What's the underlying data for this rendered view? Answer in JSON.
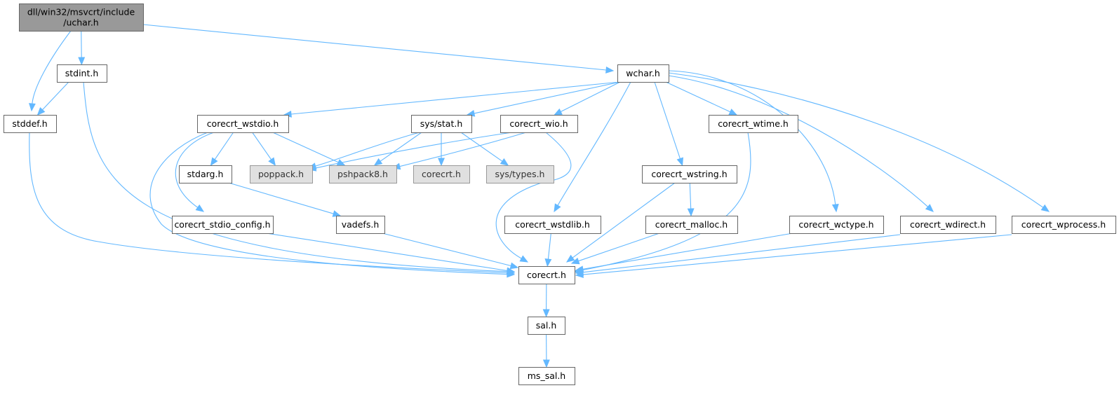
{
  "diagram": {
    "title": "dll/win32/msvcrt/include/uchar.h include dependency graph",
    "edge_color": "#63b8ff",
    "root_fill": "#999999",
    "missing_fill": "#e0e0e0",
    "nodes": [
      {
        "id": "uchar",
        "lines": [
          "dll/win32/msvcrt/include",
          "/uchar.h"
        ],
        "kind": "root"
      },
      {
        "id": "stdint",
        "lines": [
          "stdint.h"
        ],
        "kind": "normal"
      },
      {
        "id": "stddef",
        "lines": [
          "stddef.h"
        ],
        "kind": "normal"
      },
      {
        "id": "wchar",
        "lines": [
          "wchar.h"
        ],
        "kind": "normal"
      },
      {
        "id": "corecrt_wstdio",
        "lines": [
          "corecrt_wstdio.h"
        ],
        "kind": "normal"
      },
      {
        "id": "sys_stat",
        "lines": [
          "sys/stat.h"
        ],
        "kind": "normal"
      },
      {
        "id": "corecrt_wio",
        "lines": [
          "corecrt_wio.h"
        ],
        "kind": "normal"
      },
      {
        "id": "corecrt_wtime",
        "lines": [
          "corecrt_wtime.h"
        ],
        "kind": "normal"
      },
      {
        "id": "stdarg",
        "lines": [
          "stdarg.h"
        ],
        "kind": "normal"
      },
      {
        "id": "poppack",
        "lines": [
          "poppack.h"
        ],
        "kind": "missing"
      },
      {
        "id": "pshpack8",
        "lines": [
          "pshpack8.h"
        ],
        "kind": "missing"
      },
      {
        "id": "corecrt_gray",
        "lines": [
          "corecrt.h"
        ],
        "kind": "missing"
      },
      {
        "id": "sys_types",
        "lines": [
          "sys/types.h"
        ],
        "kind": "missing"
      },
      {
        "id": "corecrt_wstring",
        "lines": [
          "corecrt_wstring.h"
        ],
        "kind": "normal"
      },
      {
        "id": "corecrt_stdio_config",
        "lines": [
          "corecrt_stdio_config.h"
        ],
        "kind": "normal"
      },
      {
        "id": "vadefs",
        "lines": [
          "vadefs.h"
        ],
        "kind": "normal"
      },
      {
        "id": "corecrt_wstdlib",
        "lines": [
          "corecrt_wstdlib.h"
        ],
        "kind": "normal"
      },
      {
        "id": "corecrt_malloc",
        "lines": [
          "corecrt_malloc.h"
        ],
        "kind": "normal"
      },
      {
        "id": "corecrt_wctype",
        "lines": [
          "corecrt_wctype.h"
        ],
        "kind": "normal"
      },
      {
        "id": "corecrt_wdirect",
        "lines": [
          "corecrt_wdirect.h"
        ],
        "kind": "normal"
      },
      {
        "id": "corecrt_wprocess",
        "lines": [
          "corecrt_wprocess.h"
        ],
        "kind": "normal"
      },
      {
        "id": "corecrt",
        "lines": [
          "corecrt.h"
        ],
        "kind": "normal"
      },
      {
        "id": "sal",
        "lines": [
          "sal.h"
        ],
        "kind": "normal"
      },
      {
        "id": "ms_sal",
        "lines": [
          "ms_sal.h"
        ],
        "kind": "normal"
      }
    ],
    "edges": [
      [
        "uchar",
        "stddef"
      ],
      [
        "uchar",
        "stdint"
      ],
      [
        "uchar",
        "wchar"
      ],
      [
        "stdint",
        "stddef"
      ],
      [
        "stdint",
        "corecrt"
      ],
      [
        "stddef",
        "corecrt"
      ],
      [
        "wchar",
        "corecrt_wstdio"
      ],
      [
        "wchar",
        "sys_stat"
      ],
      [
        "wchar",
        "corecrt_wio"
      ],
      [
        "wchar",
        "corecrt_wtime"
      ],
      [
        "wchar",
        "corecrt_wstring"
      ],
      [
        "wchar",
        "corecrt_wstdlib"
      ],
      [
        "wchar",
        "corecrt_wctype"
      ],
      [
        "wchar",
        "corecrt_wdirect"
      ],
      [
        "wchar",
        "corecrt_wprocess"
      ],
      [
        "corecrt_wstdio",
        "stdarg"
      ],
      [
        "corecrt_wstdio",
        "poppack"
      ],
      [
        "corecrt_wstdio",
        "pshpack8"
      ],
      [
        "corecrt_wstdio",
        "corecrt_stdio_config"
      ],
      [
        "corecrt_wstdio",
        "corecrt"
      ],
      [
        "sys_stat",
        "poppack"
      ],
      [
        "sys_stat",
        "pshpack8"
      ],
      [
        "sys_stat",
        "corecrt_gray"
      ],
      [
        "sys_stat",
        "sys_types"
      ],
      [
        "corecrt_wio",
        "poppack"
      ],
      [
        "corecrt_wio",
        "pshpack8"
      ],
      [
        "corecrt_wio",
        "corecrt"
      ],
      [
        "corecrt_wtime",
        "corecrt"
      ],
      [
        "stdarg",
        "vadefs"
      ],
      [
        "corecrt_wstring",
        "corecrt_malloc"
      ],
      [
        "corecrt_wstring",
        "corecrt"
      ],
      [
        "corecrt_stdio_config",
        "corecrt"
      ],
      [
        "vadefs",
        "corecrt"
      ],
      [
        "corecrt_wstdlib",
        "corecrt"
      ],
      [
        "corecrt_malloc",
        "corecrt"
      ],
      [
        "corecrt_wctype",
        "corecrt"
      ],
      [
        "corecrt_wdirect",
        "corecrt"
      ],
      [
        "corecrt_wprocess",
        "corecrt"
      ],
      [
        "corecrt",
        "sal"
      ],
      [
        "sal",
        "ms_sal"
      ]
    ]
  }
}
